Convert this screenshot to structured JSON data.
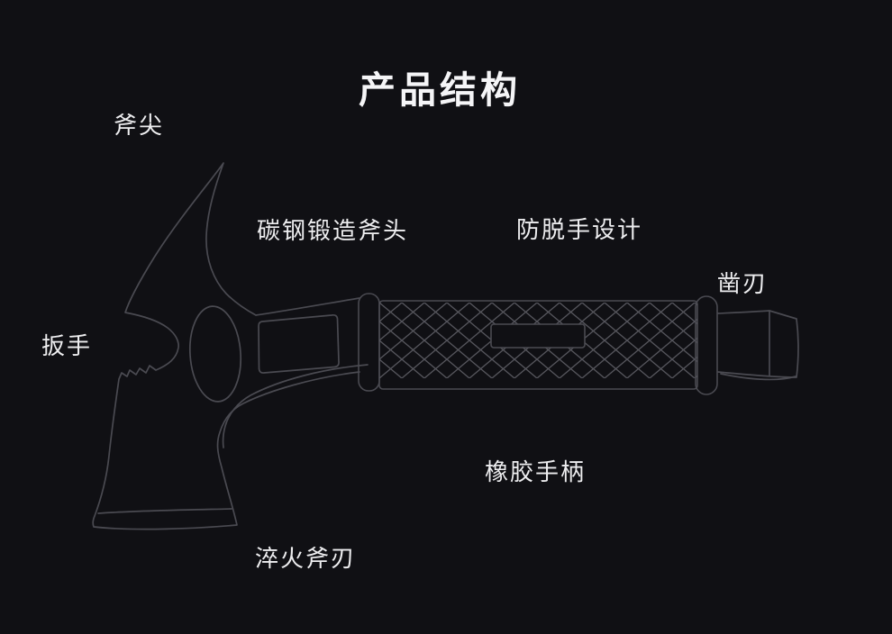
{
  "title": {
    "text": "产品结构"
  },
  "colors": {
    "background": "#101014",
    "line": "#4a4a51",
    "lattice": "#55555c",
    "text": "#eeeef0",
    "title_text": "#f5f5f7"
  },
  "labels": [
    {
      "id": "axe-tip",
      "text": "斧尖"
    },
    {
      "id": "forged-head",
      "text": "碳钢锻造斧头"
    },
    {
      "id": "anti-slip",
      "text": "防脱手设计"
    },
    {
      "id": "chisel",
      "text": "凿刃"
    },
    {
      "id": "wrench",
      "text": "扳手"
    },
    {
      "id": "rubber-handle",
      "text": "橡胶手柄"
    },
    {
      "id": "quenched-blade",
      "text": "淬火斧刃"
    }
  ]
}
